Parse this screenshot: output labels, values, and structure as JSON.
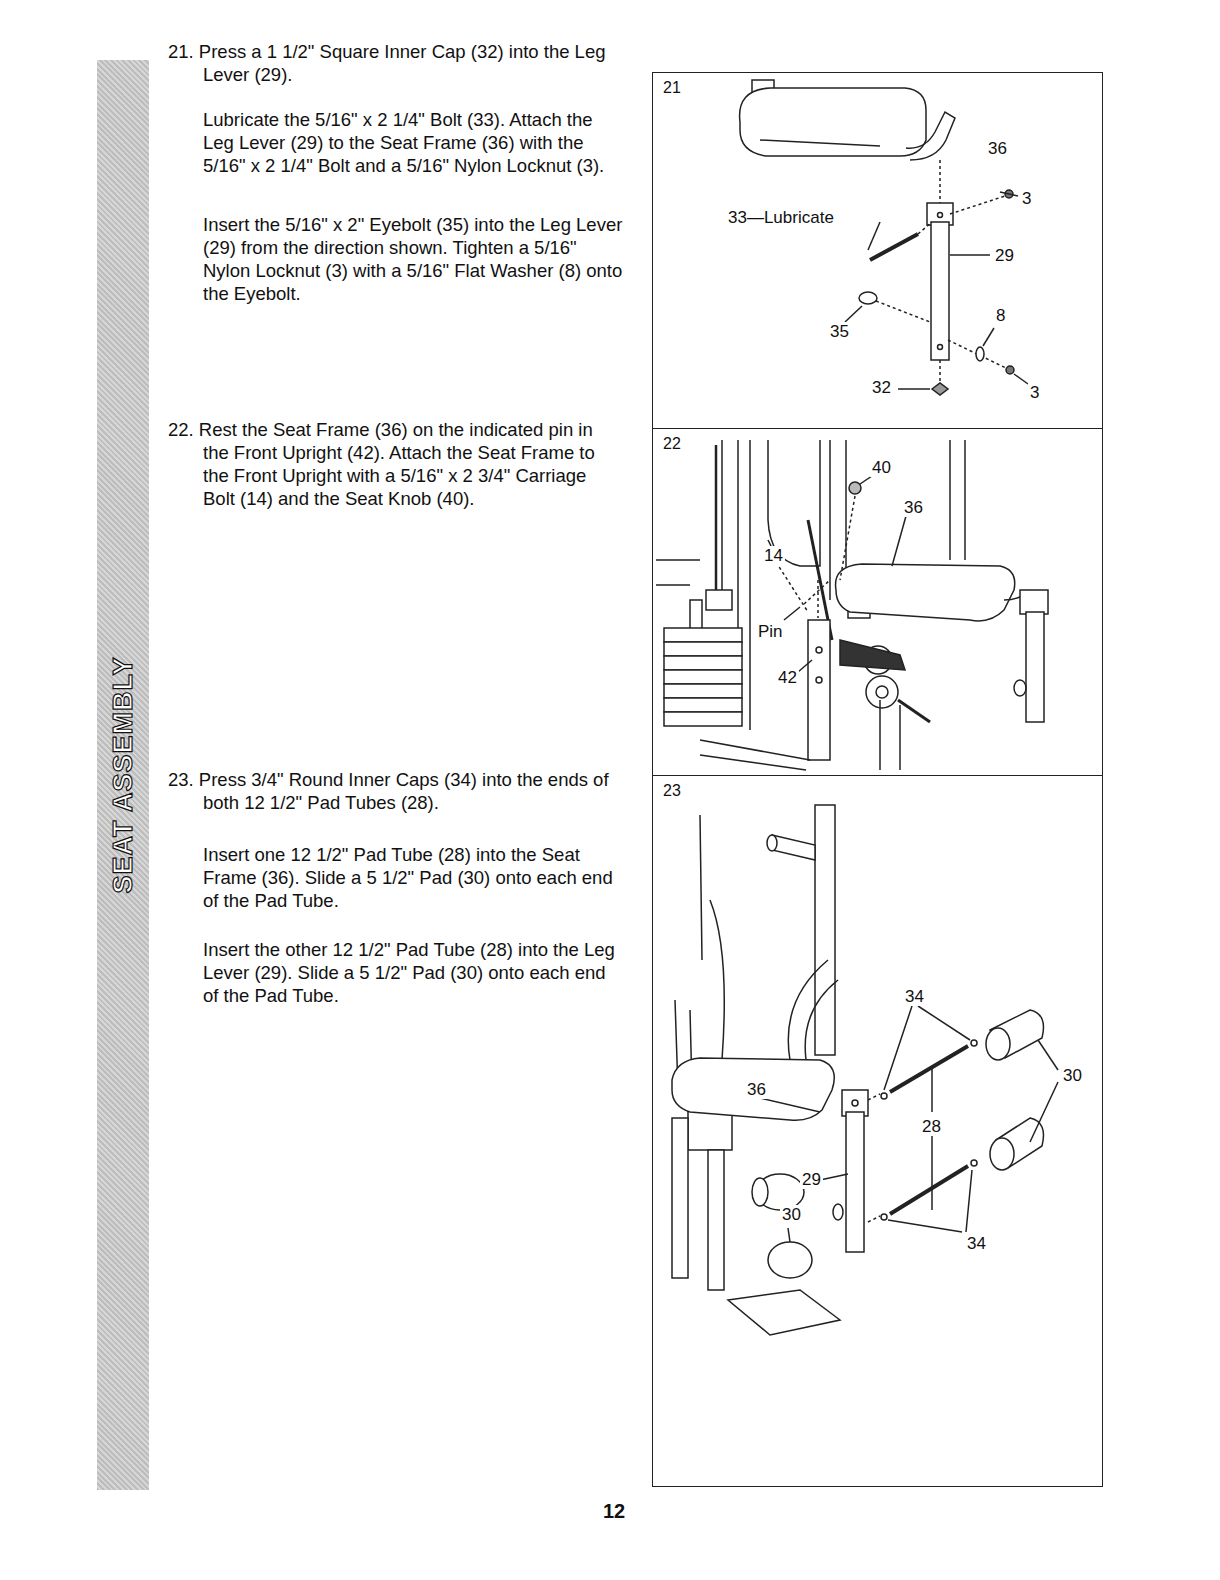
{
  "diagram": {
    "nodes": [
      {
        "text": [
          "SEAT ASSEMBLY"
        ]
      },
      {
        "text": [
          "21"
        ]
      },
      {
        "text": [
          "22"
        ]
      },
      {
        "text": [
          "23"
        ]
      }
    ],
    "labels": [
      "21. Press a 1 1/2\" Square Inner Cap (32) into the Leg Lever (29).",
      "Lubricate the 5/16\" x 2 1/4\" Bolt (33). Attach the Leg Lever (29) to the Seat Frame (36) with the 5/16\" x 2 1/4\" Bolt and a 5/16\" Nylon Locknut (3).",
      "Insert the 5/16\" x 2\" Eyebolt (35) into the Leg Lever (29) from the direction shown. Tighten a 5/16\" Nylon Locknut (3) with a 5/16\" Flat Washer (8) onto the Eyebolt.",
      "22. Rest the Seat Frame (36) on the indicated pin in the Front Upright (42). Attach the Seat Frame to the Front Upright with a 5/16\" x 2 3/4\" Carriage Bolt (14) and the Seat Knob (40).",
      "23. Press 3/4\" Round Inner Caps (34) into the ends of both 12 1/2\" Pad Tubes (28).",
      "Insert one 12 1/2\" Pad Tube (28) into the Seat Frame (36). Slide a 5 1/2\" Pad (30) onto each end of the Pad Tube.",
      "Insert the other 12 1/2\" Pad Tube (28) into the Leg Lever (29). Slide a 5 1/2\" Pad (30) onto each end of the Pad Tube.",
      "36",
      "3",
      "33—Lubricate",
      "29",
      "8",
      "35",
      "32",
      "3",
      "40",
      "36",
      "14",
      "Pin",
      "42",
      "34",
      "30",
      "36",
      "28",
      "29",
      "30",
      "34",
      "12"
    ]
  }
}
